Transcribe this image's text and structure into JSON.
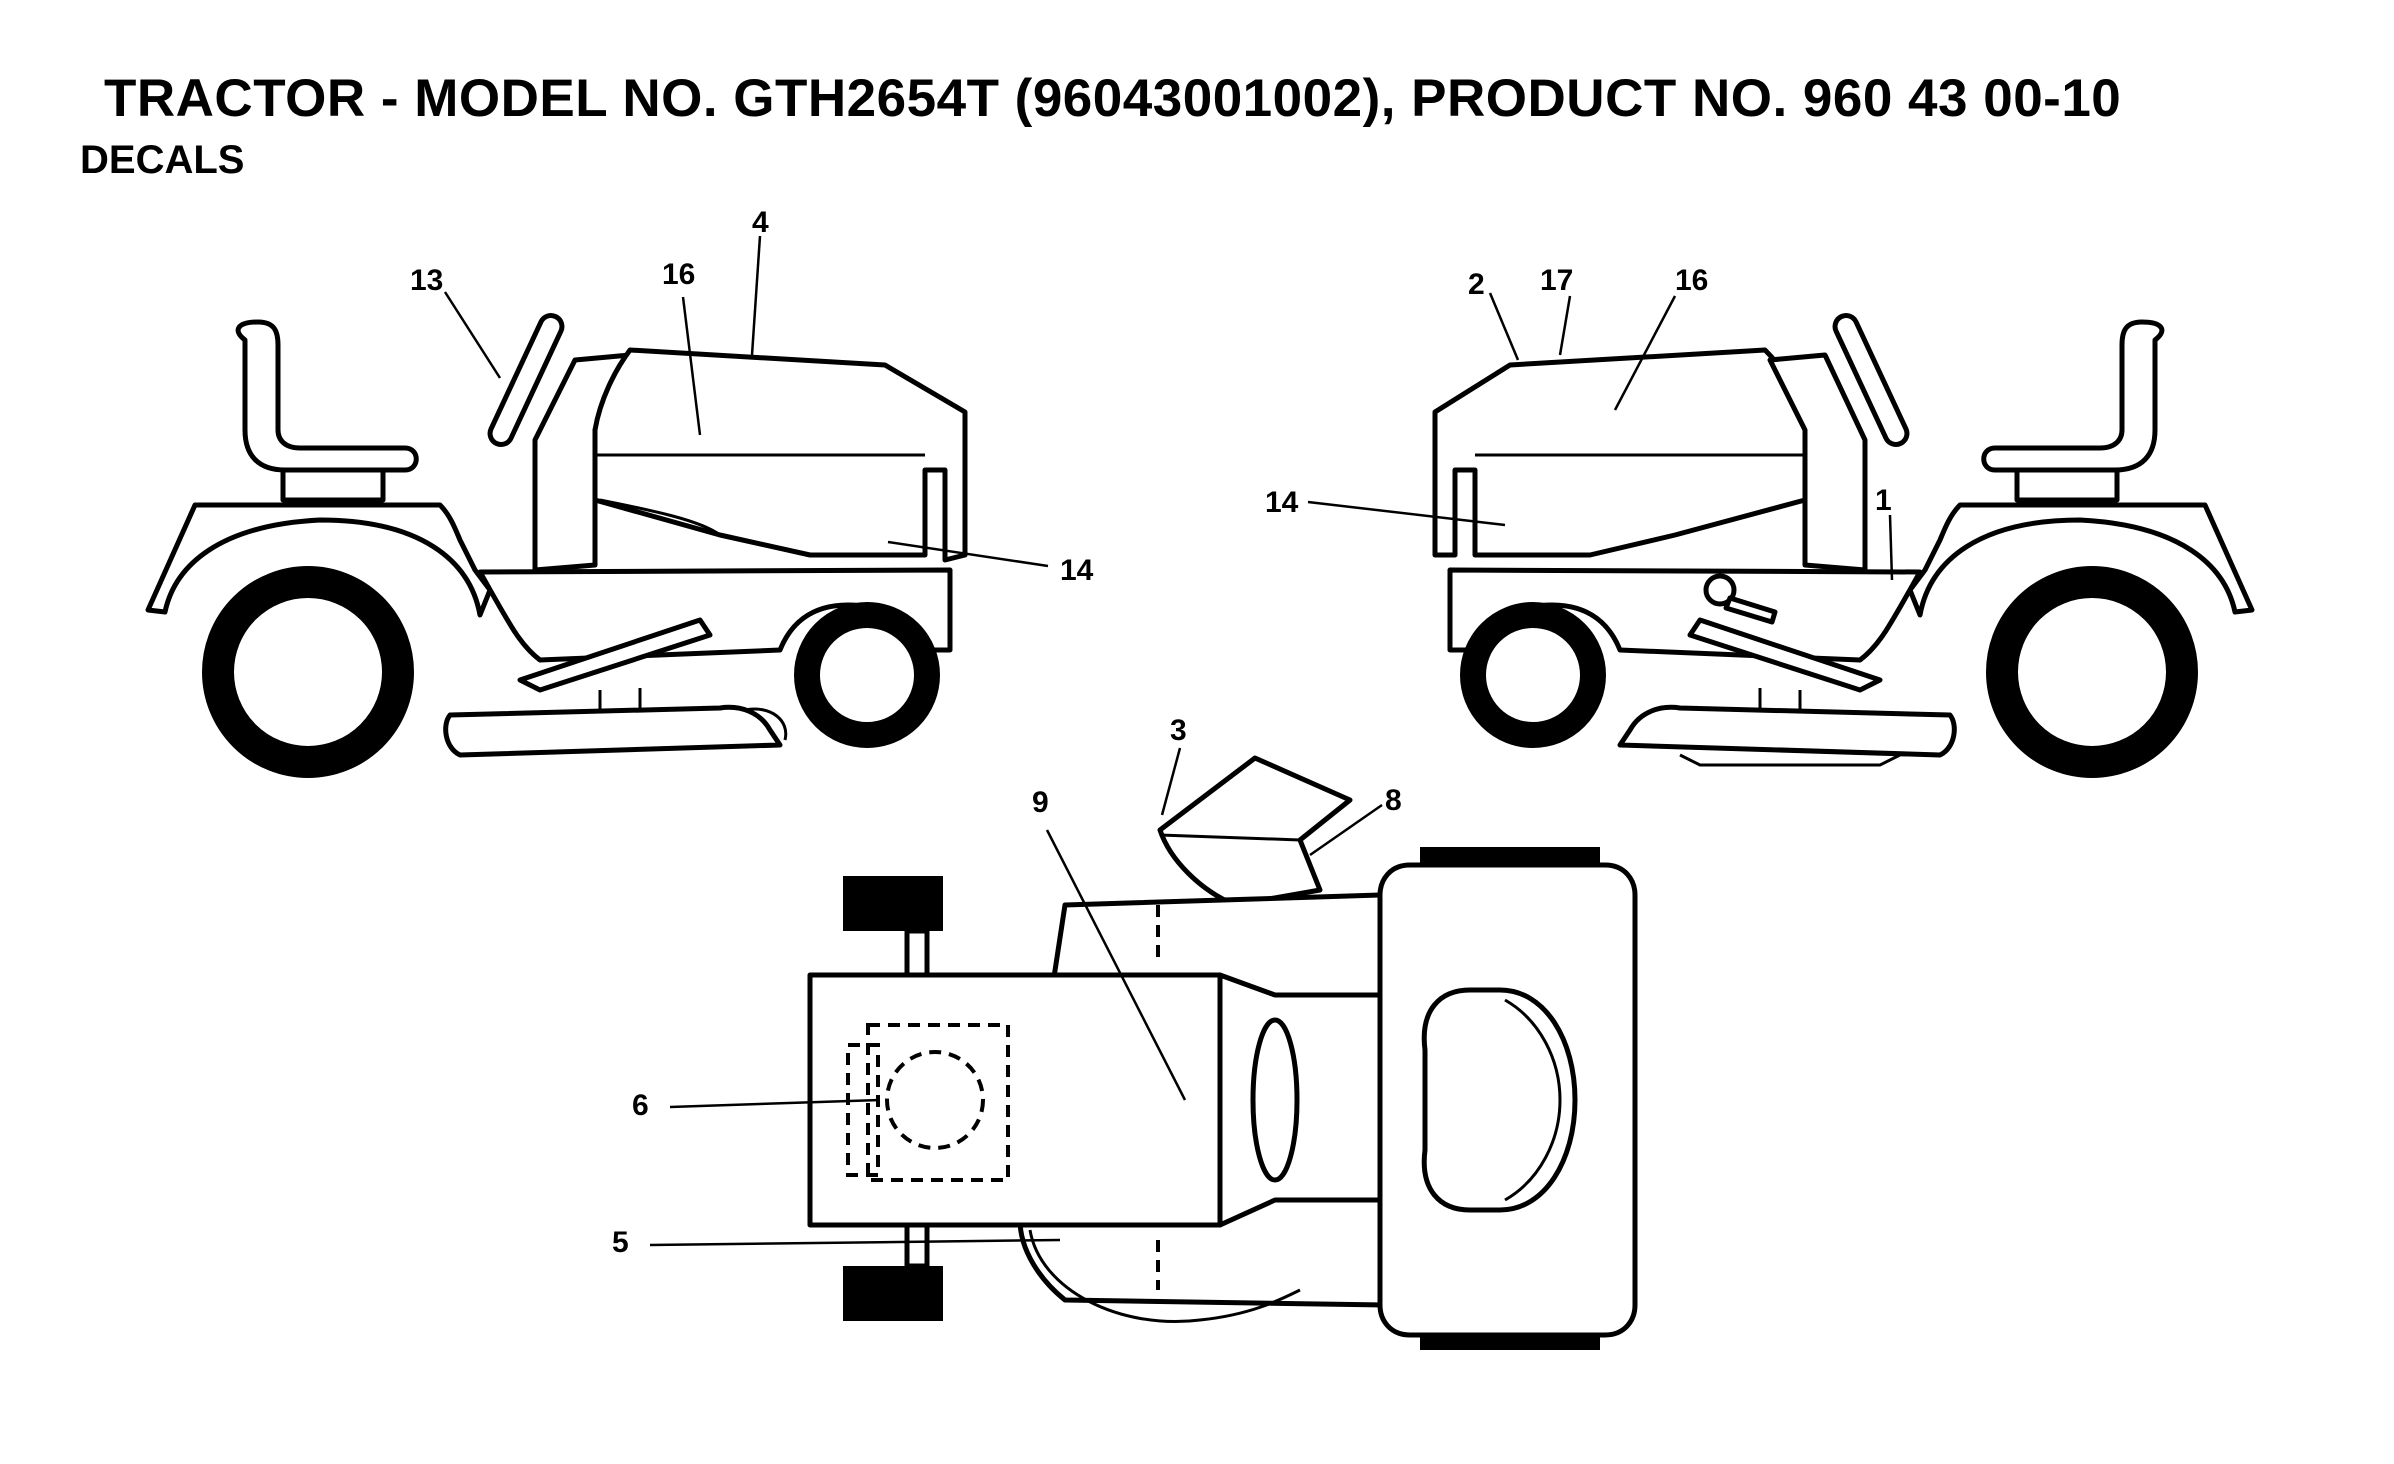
{
  "header": {
    "title": "TRACTOR - MODEL NO. GTH2654T (96043001002), PRODUCT NO. 960 43 00-10",
    "subtitle": "DECALS"
  },
  "callouts": {
    "c4": "4",
    "c13": "13",
    "c16_left": "16",
    "c14_left": "14",
    "c2": "2",
    "c17": "17",
    "c16_right": "16",
    "c14_right": "14",
    "c1": "1",
    "c3": "3",
    "c8": "8",
    "c9": "9",
    "c6": "6",
    "c5": "5"
  },
  "views": [
    "left-side-view",
    "right-side-view",
    "top-view"
  ],
  "colors": {
    "line": "#000000",
    "background": "#ffffff"
  }
}
